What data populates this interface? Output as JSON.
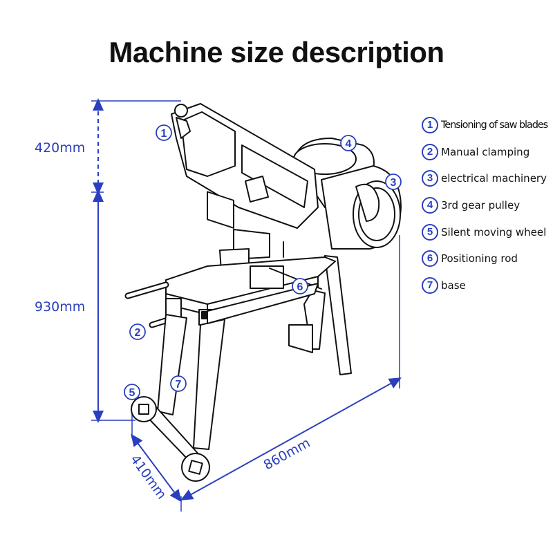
{
  "title": "Machine size description",
  "dimensions": {
    "top_height": "420mm",
    "body_height": "930mm",
    "length": "860mm",
    "width": "410mm"
  },
  "callouts": [
    "1",
    "2",
    "3",
    "4",
    "5",
    "6",
    "7"
  ],
  "legend": [
    {
      "num": "1",
      "label": "Tensioning of saw blades"
    },
    {
      "num": "2",
      "label": "Manual clamping"
    },
    {
      "num": "3",
      "label": "electrical machinery"
    },
    {
      "num": "4",
      "label": "3rd gear pulley"
    },
    {
      "num": "5",
      "label": "Silent moving wheel"
    },
    {
      "num": "6",
      "label": "Positioning rod"
    },
    {
      "num": "7",
      "label": "base"
    }
  ],
  "colors": {
    "accent": "#2a3fbf",
    "line": "#111111"
  }
}
